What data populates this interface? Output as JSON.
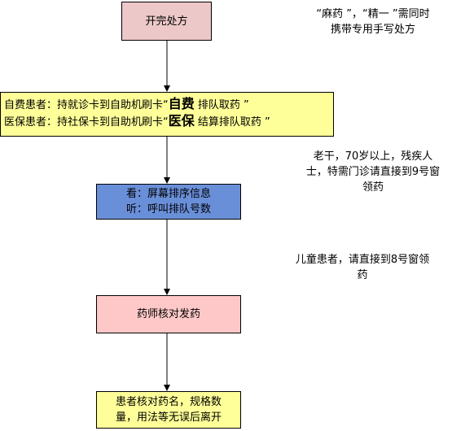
{
  "steps": {
    "prescribe": {
      "label": "开完处方",
      "color": "#ecc8c8"
    },
    "swipe": {
      "color": "#ffff99",
      "self_pay": {
        "a": "自费患者：持就诊卡到自助机刷卡“",
        "emph": "自费",
        "b": " 排队取药 ”"
      },
      "insured": {
        "a": "医保患者：持社保卡到自助机刷卡“",
        "emph": "医保",
        "b": " 结算排队取药 ”"
      }
    },
    "queue": {
      "line1": "看：屏幕排序信息",
      "line2": "听：呼叫排队号数",
      "color": "#6a8fd9"
    },
    "verify": {
      "label": "药师核对发药",
      "color": "#ffc8c8"
    },
    "check": {
      "line1": "患者核对药名，规格数",
      "line2": "量，用法等无误后离开",
      "color": "#ffff99"
    }
  },
  "notes": {
    "special_drugs": {
      "line1": "“麻药 ”，“精一 ”需同时",
      "line2": "携带专用手写处方"
    },
    "elderly": {
      "line1": "老干，70岁以上，残疾人",
      "line2": "士，特需门诊请直接到9号窗",
      "line3": "领药"
    },
    "children": {
      "line1": "儿童患者，请直接到8号窗领",
      "line2": "药"
    }
  }
}
